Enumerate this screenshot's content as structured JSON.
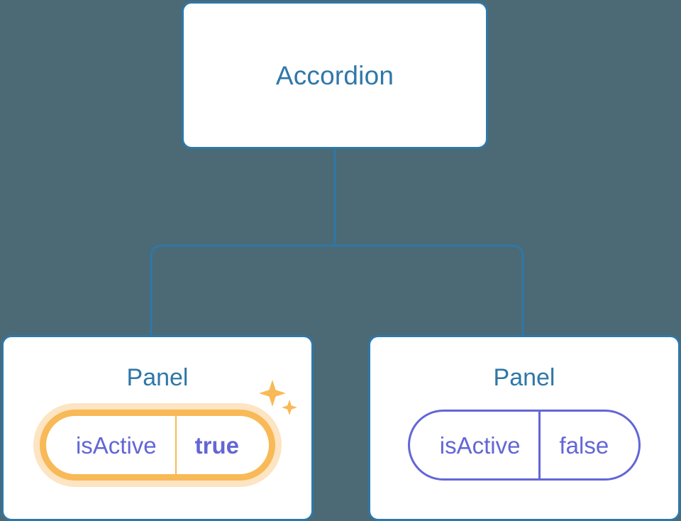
{
  "theme": {
    "background": "#4b6a75",
    "card_bg": "#ffffff",
    "card_border": "#2f77a8",
    "node_text": "#2f77a8",
    "pill_border": "#6366d6",
    "pill_text": "#6366d6",
    "highlight_ring": "#f8b957",
    "highlight_glow": "#fbdda8",
    "connector": "#2f77a8"
  },
  "tree": {
    "root": {
      "title": "Accordion"
    },
    "children": [
      {
        "title": "Panel",
        "highlighted": true,
        "sparkle_icons": [
          "sparkle-large-icon",
          "sparkle-small-icon"
        ],
        "props": [
          {
            "key": "isActive",
            "value": "true",
            "value_emphasis": "bold"
          }
        ]
      },
      {
        "title": "Panel",
        "highlighted": false,
        "sparkle_icons": [],
        "props": [
          {
            "key": "isActive",
            "value": "false",
            "value_emphasis": "normal"
          }
        ]
      }
    ]
  }
}
